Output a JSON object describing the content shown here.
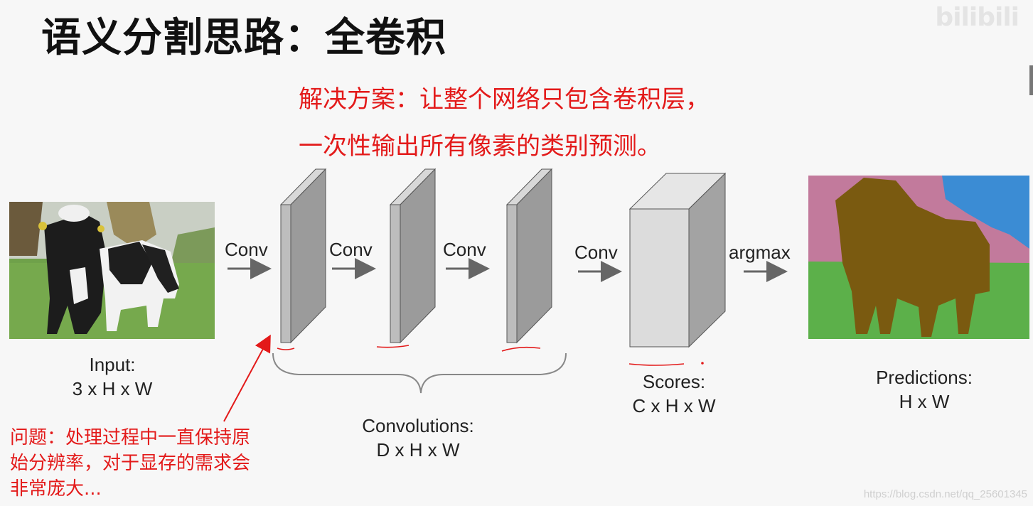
{
  "title": "语义分割思路：全卷积",
  "solution": {
    "line1": "解决方案：让整个网络只包含卷积层，",
    "line2": "一次性输出所有像素的类别预测。"
  },
  "conv_labels": [
    "Conv",
    "Conv",
    "Conv",
    "Conv"
  ],
  "argmax_label": "argmax",
  "input": {
    "name": "Input:",
    "shape": "3 x H x W"
  },
  "convolutions": {
    "name": "Convolutions:",
    "shape": "D x H x W"
  },
  "scores": {
    "name": "Scores:",
    "shape": "C x H x W"
  },
  "predictions": {
    "name": "Predictions:",
    "shape": "H x W"
  },
  "problem": {
    "line1": "问题：处理过程中一直保持原",
    "line2": "始分辨率，对于显存的需求会",
    "line3": "非常庞大..."
  },
  "watermark": "bilibili",
  "url_watermark": "https://blog.csdn.net/qq_25601345",
  "colors": {
    "annotation_red": "#e31a1a",
    "layer_front": "#b9b9b9",
    "layer_side": "#9b9b9b",
    "pred_pink": "#c27a9c",
    "pred_blue": "#3b8cd4",
    "pred_green": "#5cb04a",
    "pred_cow": "#7a5a10"
  }
}
